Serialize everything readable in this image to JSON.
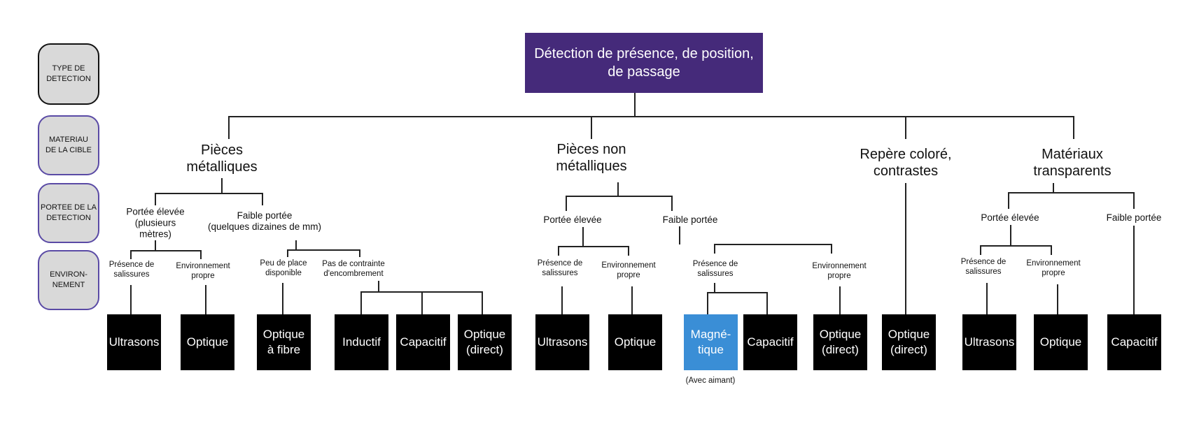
{
  "root": "Détection de présence, de position, de passage",
  "side_labels": {
    "type": "TYPE DE\nDETECTION",
    "material": "MATERIAU\nDE LA CIBLE",
    "range": "PORTEE DE LA\nDETECTION",
    "environment": "ENVIRON-\nNEMENT"
  },
  "materials": {
    "metal": "Pièces\nmétalliques",
    "nonmetal": "Pièces non\nmétalliques",
    "color": "Repère coloré,\ncontrastes",
    "transparent": "Matériaux\ntransparents"
  },
  "ranges": {
    "metal_high": "Portée élevée\n(plusieurs\nmètres)",
    "metal_low": "Faible portée\n(quelques dizaines de mm)",
    "nonmetal_high": "Portée élevée",
    "nonmetal_low": "Faible portée",
    "transp_high": "Portée élevée",
    "transp_low": "Faible portée"
  },
  "environments": {
    "metal_dirty": "Présence de\nsalissures",
    "metal_clean": "Environnement\npropre",
    "metal_space": "Peu de place\ndisponible",
    "metal_nospace": "Pas de contrainte\nd'encombrement",
    "nonmetal_dirty": "Présence de\nsalissures",
    "nonmetal_clean": "Environnement\npropre",
    "nonmetal_low_dirty": "Présence de\nsalissures",
    "nonmetal_low_clean": "Environnement\npropre",
    "transp_dirty": "Présence de\nsalissures",
    "transp_clean": "Environnement\npropre"
  },
  "technologies": {
    "t1": "Ultrasons",
    "t2": "Optique",
    "t3": "Optique\nà fibre",
    "t4": "Inductif",
    "t5": "Capacitif",
    "t6": "Optique\n(direct)",
    "t7": "Ultrasons",
    "t8": "Optique",
    "t9": "Magné-\ntique",
    "t10": "Capacitif",
    "t11": "Optique\n(direct)",
    "t12": "Optique\n(direct)",
    "t13": "Ultrasons",
    "t14": "Optique",
    "t15": "Capacitif"
  },
  "notes": {
    "magnet": "(Avec aimant)"
  },
  "colors": {
    "root_bg": "#452a7a",
    "box_bg": "#000000",
    "highlight_bg": "#3a8ed6",
    "side_border": "#5a4aa5"
  }
}
